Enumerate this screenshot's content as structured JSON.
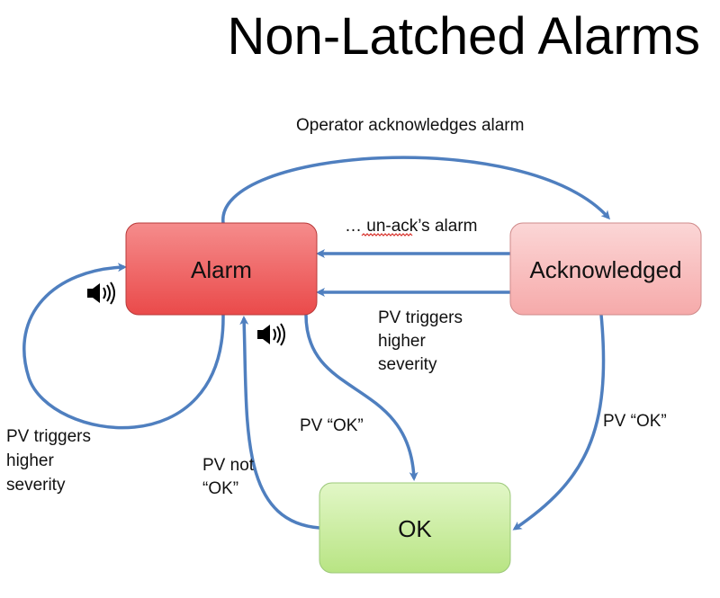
{
  "title": "Non-Latched Alarms",
  "states": {
    "alarm": "Alarm",
    "acknowledged": "Acknowledged",
    "ok": "OK"
  },
  "transitions": {
    "operator_ack": "Operator acknowledges alarm",
    "unack": "… un-ack’s alarm",
    "pv_higher_right": [
      "PV triggers",
      "higher",
      "severity"
    ],
    "pv_higher_left": [
      "PV triggers",
      "higher",
      "severity"
    ],
    "pv_ok_alarm": "PV “OK”",
    "pv_ok_ack": "PV “OK”",
    "pv_not_ok": [
      "PV not",
      "“OK”"
    ]
  },
  "icons": {
    "alarm_sound_left": "speaker-sound-icon",
    "alarm_sound_bottom": "speaker-sound-icon"
  },
  "colors": {
    "arrow": "#4f7fbf",
    "alarm_fill": "#f05a5a",
    "acknowledged_fill": "#f7b6b6",
    "ok_fill": "#c6ec98"
  }
}
